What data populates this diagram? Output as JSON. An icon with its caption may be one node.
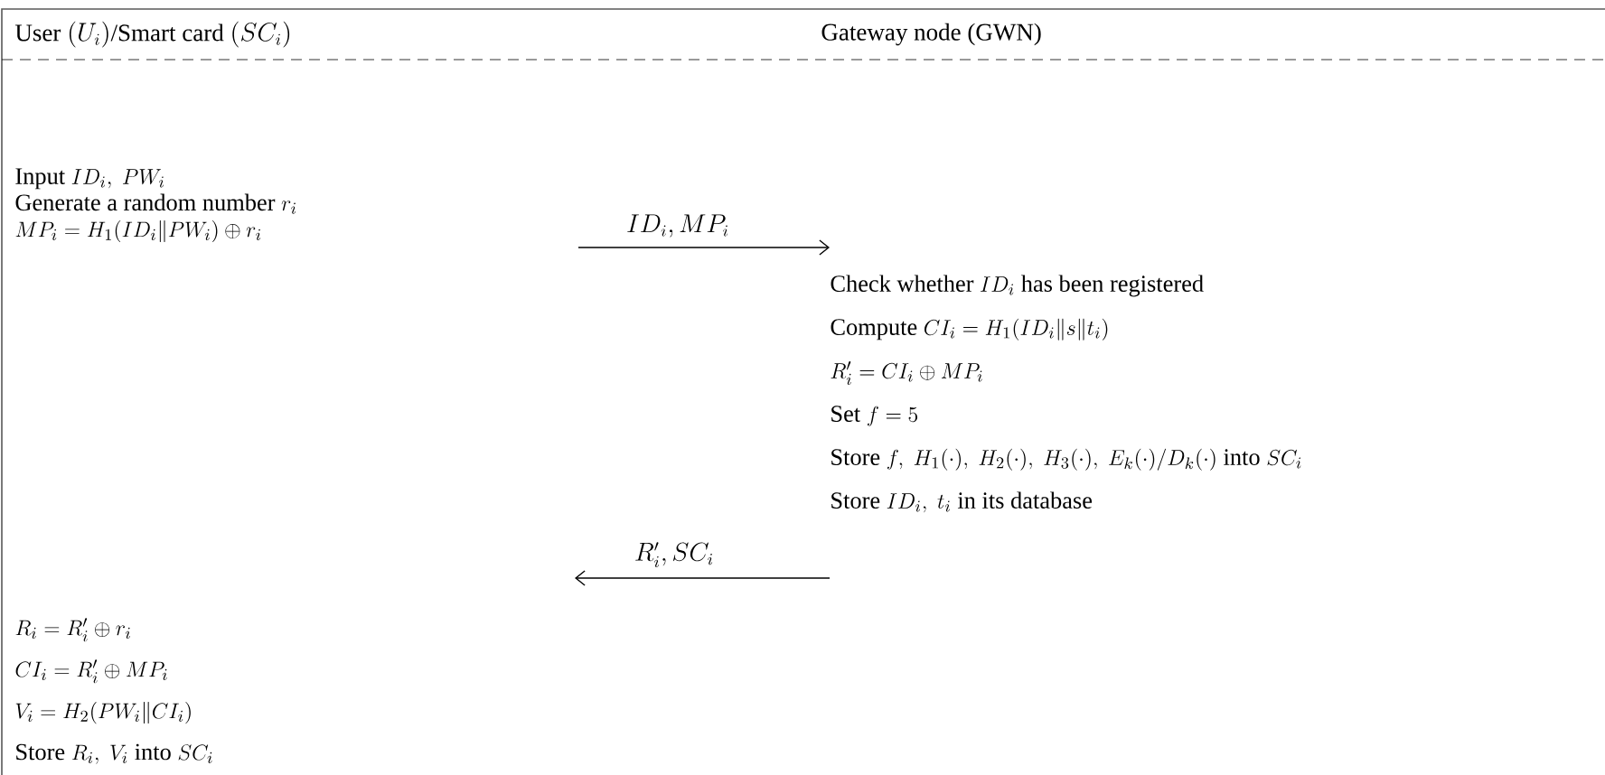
{
  "diagram": {
    "nodes": [
      {
        "text": [
          "\\text{Input } ID_i,\\ PW_i",
          "\\text{Generate a random number } r_i",
          "MP_i = H_1(ID_i \\| PW_i) \\oplus r_i"
        ]
      },
      {
        "text": [
          "\\text{Check whether } ID_i \\text{ has been registered}",
          "\\text{Compute } CI_i = H_1(ID_i \\| s \\| t_i)",
          "R_i' = CI_i \\oplus MP_i",
          "\\text{Set } f = 5",
          "\\text{Store } f,\\ H_1(\\cdot),\\ H_2(\\cdot),\\ H_3(\\cdot),\\ E_k(\\cdot)/D_k(\\cdot) \\text{ into } SC_i",
          "\\text{Store } ID_i,\\ t_i \\text{ in its database}"
        ]
      },
      {
        "text": [
          "R_i = R_i' \\oplus r_i",
          "CI_i = R_i' \\oplus MP_i",
          "V_i = H_2(PW_i \\| CI_i)",
          "\\text{Store } R_i,\\ V_i \\text{ into } SC_i"
        ]
      }
    ],
    "edges": [
      {
        "from": null,
        "to": 1,
        "arrow": "to",
        "label": "ID_i, MP_i"
      },
      {
        "from": 1,
        "to": null,
        "arrow": "to",
        "label": "R_i', SC_i"
      }
    ],
    "labels": [
      "\\text{User } (U_i)\\text{/Smart card } (SC_i)",
      "\\text{Gateway node (GWN)}"
    ]
  }
}
